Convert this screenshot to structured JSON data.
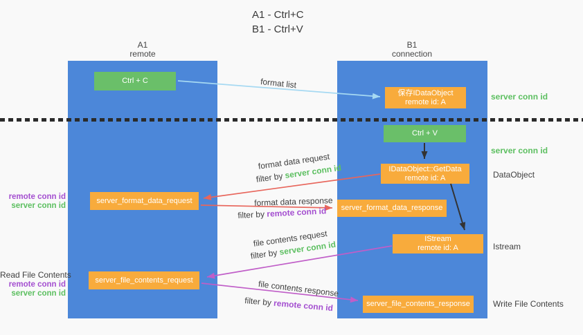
{
  "title": {
    "line1": "A1 - Ctrl+C",
    "line2": "B1 - Ctrl+V"
  },
  "lanes": {
    "left": {
      "name": "A1",
      "role": "remote"
    },
    "right": {
      "name": "B1",
      "role": "connection"
    }
  },
  "nodes": {
    "ctrl_c": {
      "label": "Ctrl + C"
    },
    "save_idataobject": {
      "line1": "保存IDataObject",
      "line2": "remote id: A"
    },
    "ctrl_v": {
      "label": "Ctrl + V"
    },
    "idataobject_getdata": {
      "line1": "IDataObject::GetData",
      "line2": "remote id: A"
    },
    "server_format_data_request": {
      "label": "server_format_data_request"
    },
    "server_format_data_response": {
      "label": "server_format_data_response"
    },
    "istream": {
      "line1": "IStream",
      "line2": "remote id: A"
    },
    "server_file_contents_request": {
      "label": "server_file_contents_request"
    },
    "server_file_contents_response": {
      "label": "server_file_contents_response"
    }
  },
  "arrow_labels": {
    "format_list": "format list",
    "format_data_request": "format data request",
    "format_data_request_filter_prefix": "filter by ",
    "format_data_request_filter_key": "server conn id",
    "format_data_response": "format data response",
    "format_data_response_filter_prefix": "filter by ",
    "format_data_response_filter_key": "remote conn id",
    "file_contents_request": "file contents request",
    "file_contents_request_filter_prefix": "filter by ",
    "file_contents_request_filter_key": "server conn id",
    "file_contents_response": "file contents response",
    "file_contents_response_filter_prefix": "filter by ",
    "file_contents_response_filter_key": "remote conn id"
  },
  "side_labels": {
    "right_server_conn_id_top": "server conn id",
    "right_server_conn_id_mid": "server conn id",
    "dataobject": "DataObject",
    "istream": "Istream",
    "write_file_contents": "Write File Contents",
    "left_remote_conn_id_top": "remote conn id",
    "left_server_conn_id_top": "server conn id",
    "read_file_contents": "Read File Contents",
    "left_remote_conn_id_bottom": "remote conn id",
    "left_server_conn_id_bottom": "server conn id"
  },
  "colors": {
    "lane_blue": "#4c87d9",
    "box_green": "#6abf69",
    "box_orange": "#f8ab3c",
    "text_green": "#5cbf60",
    "text_purple": "#a44fd0",
    "arrow_red": "#e8665c",
    "arrow_magenta": "#c05ec8",
    "arrow_light_blue": "#a6d9f2",
    "arrow_black": "#333333"
  }
}
